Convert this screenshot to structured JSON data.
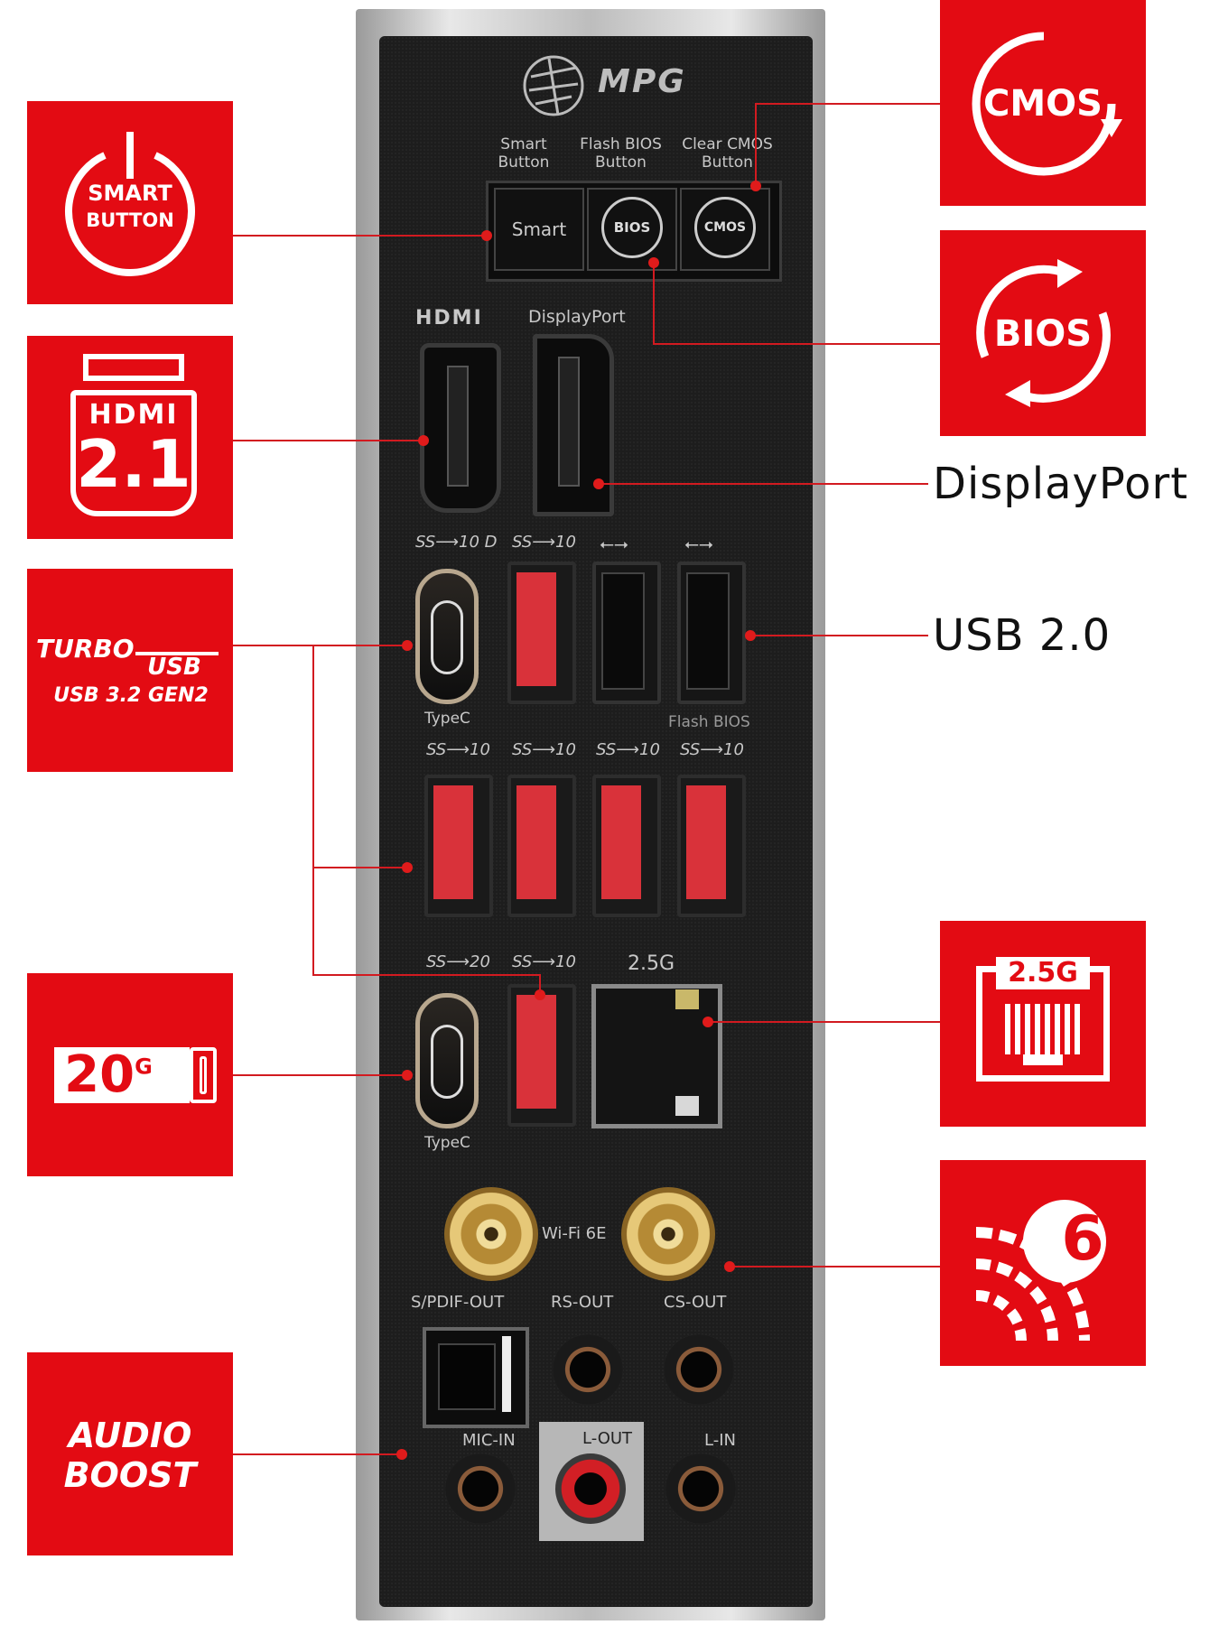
{
  "badges": {
    "smart_button": {
      "line1": "SMART",
      "line2": "BUTTON"
    },
    "hdmi": {
      "word": "HDMI",
      "version": "2.1"
    },
    "turbo_usb": {
      "turbo": "TURBO",
      "usb": "USB",
      "gen": "USB 3.2 GEN2"
    },
    "usb20g": {
      "value": "20",
      "unit": "G"
    },
    "audio_boost": {
      "line1": "AUDIO",
      "line2": "BOOST"
    },
    "cmos": {
      "text": "CMOS"
    },
    "bios": {
      "text": "BIOS"
    },
    "lan": {
      "text": "2.5G"
    },
    "wifi": {
      "text": "6"
    }
  },
  "callouts": {
    "displayport": "DisplayPort",
    "usb20": "USB 2.0"
  },
  "plate": {
    "brand": "MPG",
    "buttons": [
      {
        "label_line1": "Smart",
        "label_line2": "Button",
        "key_text": "Smart"
      },
      {
        "label_line1": "Flash BIOS",
        "label_line2": "Button",
        "key_text": "BIOS"
      },
      {
        "label_line1": "Clear CMOS",
        "label_line2": "Button",
        "key_text": "CMOS"
      }
    ],
    "hdmi_label": "HDMI",
    "displayport_label": "DisplayPort",
    "usb_row1_marks": [
      "SS⟶10 D",
      "SS⟶10",
      "⭠⭢",
      "⭠⭢"
    ],
    "typec_label_1": "TypeC",
    "flash_bios_label": "Flash BIOS",
    "usb_row2_marks": [
      "SS⟶10",
      "SS⟶10",
      "SS⟶10",
      "SS⟶10"
    ],
    "usb_row3_marks": [
      "SS⟶20",
      "SS⟶10"
    ],
    "lan_label": "2.5G",
    "typec_label_2": "TypeC",
    "wifi_label": "Wi-Fi 6E",
    "audio_top_labels": [
      "S/PDIF-OUT",
      "RS-OUT",
      "CS-OUT"
    ],
    "audio_bottom_labels": [
      "MIC-IN",
      "L-OUT",
      "L-IN"
    ]
  },
  "colors": {
    "brand_red": "#e30b13",
    "plate": "#1c1c1c",
    "lead_line": "#d21a20"
  }
}
